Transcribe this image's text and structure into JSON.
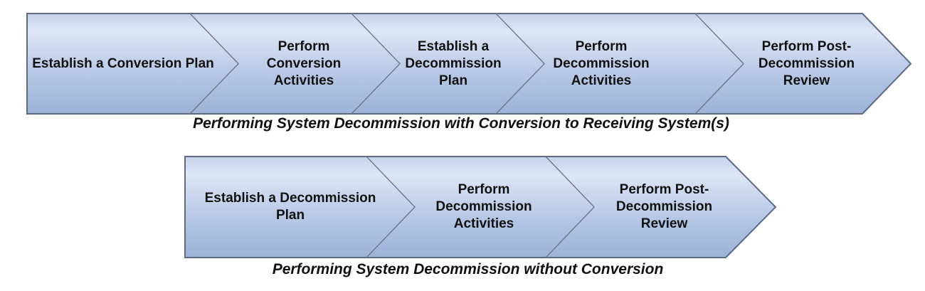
{
  "figure": {
    "flows": [
      {
        "steps": [
          "Establish a Conversion Plan",
          "Perform Conversion Activities",
          "Establish a Decommission Plan",
          "Perform Decommission Activities",
          "Perform Post-Decommission Review"
        ],
        "caption": "Performing System Decommission with Conversion to Receiving System(s)"
      },
      {
        "steps": [
          "Establish a Decommission Plan",
          "Perform Decommission Activities",
          "Perform Post-Decommission Review"
        ],
        "caption": "Performing System Decommission without Conversion"
      }
    ],
    "colors": {
      "gradient_top": "#c3d2eb",
      "gradient_light": "#dde7f6",
      "gradient_bottom": "#9cb2d8",
      "band_border": "#5e6b82",
      "divider_line": "#6f7787",
      "text": "#111111"
    }
  }
}
